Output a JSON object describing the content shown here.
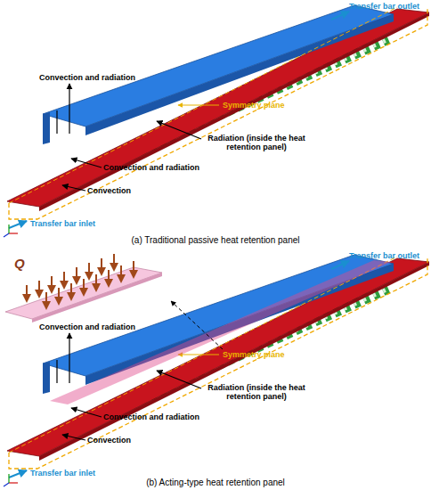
{
  "diagram": {
    "labels": [
      "Transfer bar outlet",
      "Convection and radiation",
      "Symmetry plane",
      "Radiation (inside the heat retention panel)",
      "Convection and radiation",
      "Convection",
      "Transfer bar inlet",
      "(a) Traditional passive heat retention panel",
      "Q",
      "Transfer bar outlet",
      "Convection and radiation",
      "Symmetry plane",
      "Radiation (inside the heat retention panel)",
      "Convection and radiation",
      "Convection",
      "Transfer bar inlet",
      "(b) Acting-type heat retention panel"
    ]
  }
}
